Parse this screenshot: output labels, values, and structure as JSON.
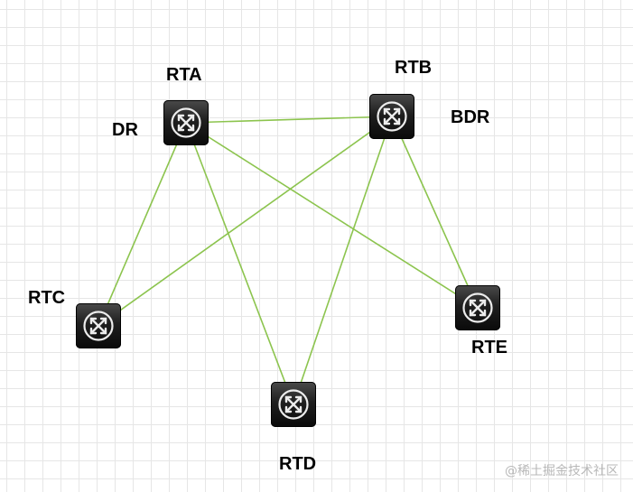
{
  "nodes": [
    {
      "id": "RTA",
      "label": "RTA",
      "role": "DR",
      "icon": "router-icon"
    },
    {
      "id": "RTB",
      "label": "RTB",
      "role": "BDR",
      "icon": "router-icon"
    },
    {
      "id": "RTC",
      "label": "RTC",
      "icon": "router-icon"
    },
    {
      "id": "RTD",
      "label": "RTD",
      "icon": "router-icon"
    },
    {
      "id": "RTE",
      "label": "RTE",
      "icon": "router-icon"
    }
  ],
  "links": [
    [
      "RTA",
      "RTB"
    ],
    [
      "RTA",
      "RTC"
    ],
    [
      "RTA",
      "RTD"
    ],
    [
      "RTA",
      "RTE"
    ],
    [
      "RTB",
      "RTC"
    ],
    [
      "RTB",
      "RTD"
    ],
    [
      "RTB",
      "RTE"
    ]
  ],
  "colors": {
    "link": "#8cc44e",
    "router": "#1a1a1a",
    "grid": "#e6e6e6"
  },
  "watermark": "@稀土掘金技术社区"
}
